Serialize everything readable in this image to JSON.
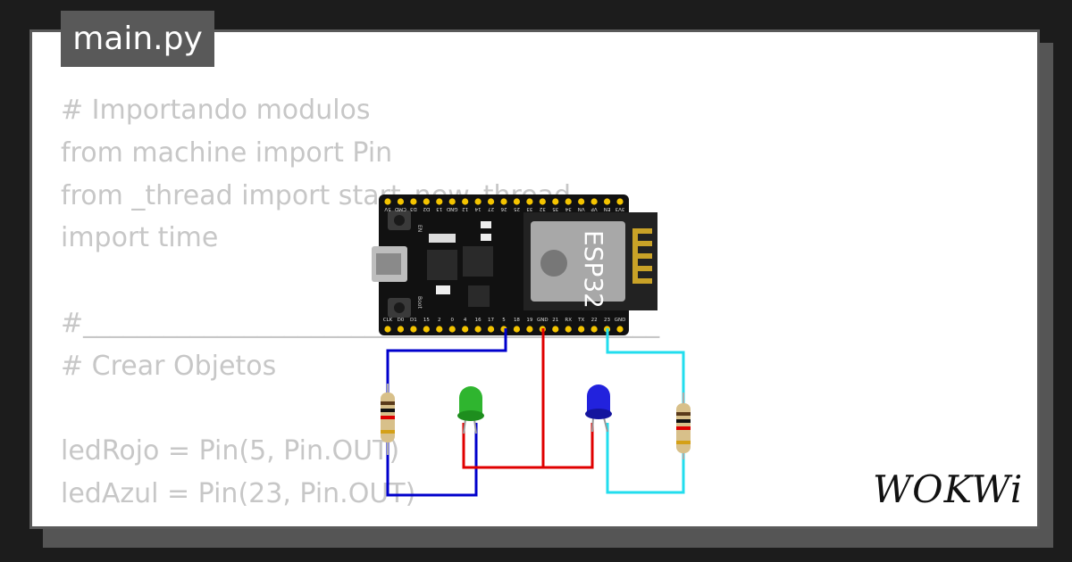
{
  "tab": {
    "label": "main.py"
  },
  "code": {
    "lines": [
      "# Importando modulos",
      "from machine import Pin",
      "from _thread import start_new_thread",
      "import time",
      "",
      "#___________________________________________",
      "# Crear Objetos",
      "",
      "ledRojo = Pin(5, Pin.OUT)",
      "ledAzul = Pin(23, Pin.OUT)"
    ]
  },
  "board": {
    "chip_label": "ESP32",
    "top_pins": [
      "3V3",
      "EN",
      "VP",
      "VN",
      "34",
      "35",
      "32",
      "33",
      "25",
      "26",
      "27",
      "14",
      "12",
      "GND",
      "13",
      "D2",
      "D3",
      "CMD",
      "5V"
    ],
    "bottom_pins": [
      "CLK",
      "D0",
      "D1",
      "15",
      "2",
      "0",
      "4",
      "16",
      "17",
      "5",
      "18",
      "19",
      "GND",
      "21",
      "RX",
      "TX",
      "22",
      "23",
      "GND"
    ],
    "button_labels": [
      "EN",
      "Boot"
    ]
  },
  "leds": [
    {
      "name": "green",
      "color": "#2fb52f"
    },
    {
      "name": "blue",
      "color": "#2222dd"
    }
  ],
  "wires": {
    "blue": "#0000cc",
    "red": "#e00000",
    "cyan": "#22ddee"
  },
  "logo": {
    "text": "WOKWi"
  }
}
